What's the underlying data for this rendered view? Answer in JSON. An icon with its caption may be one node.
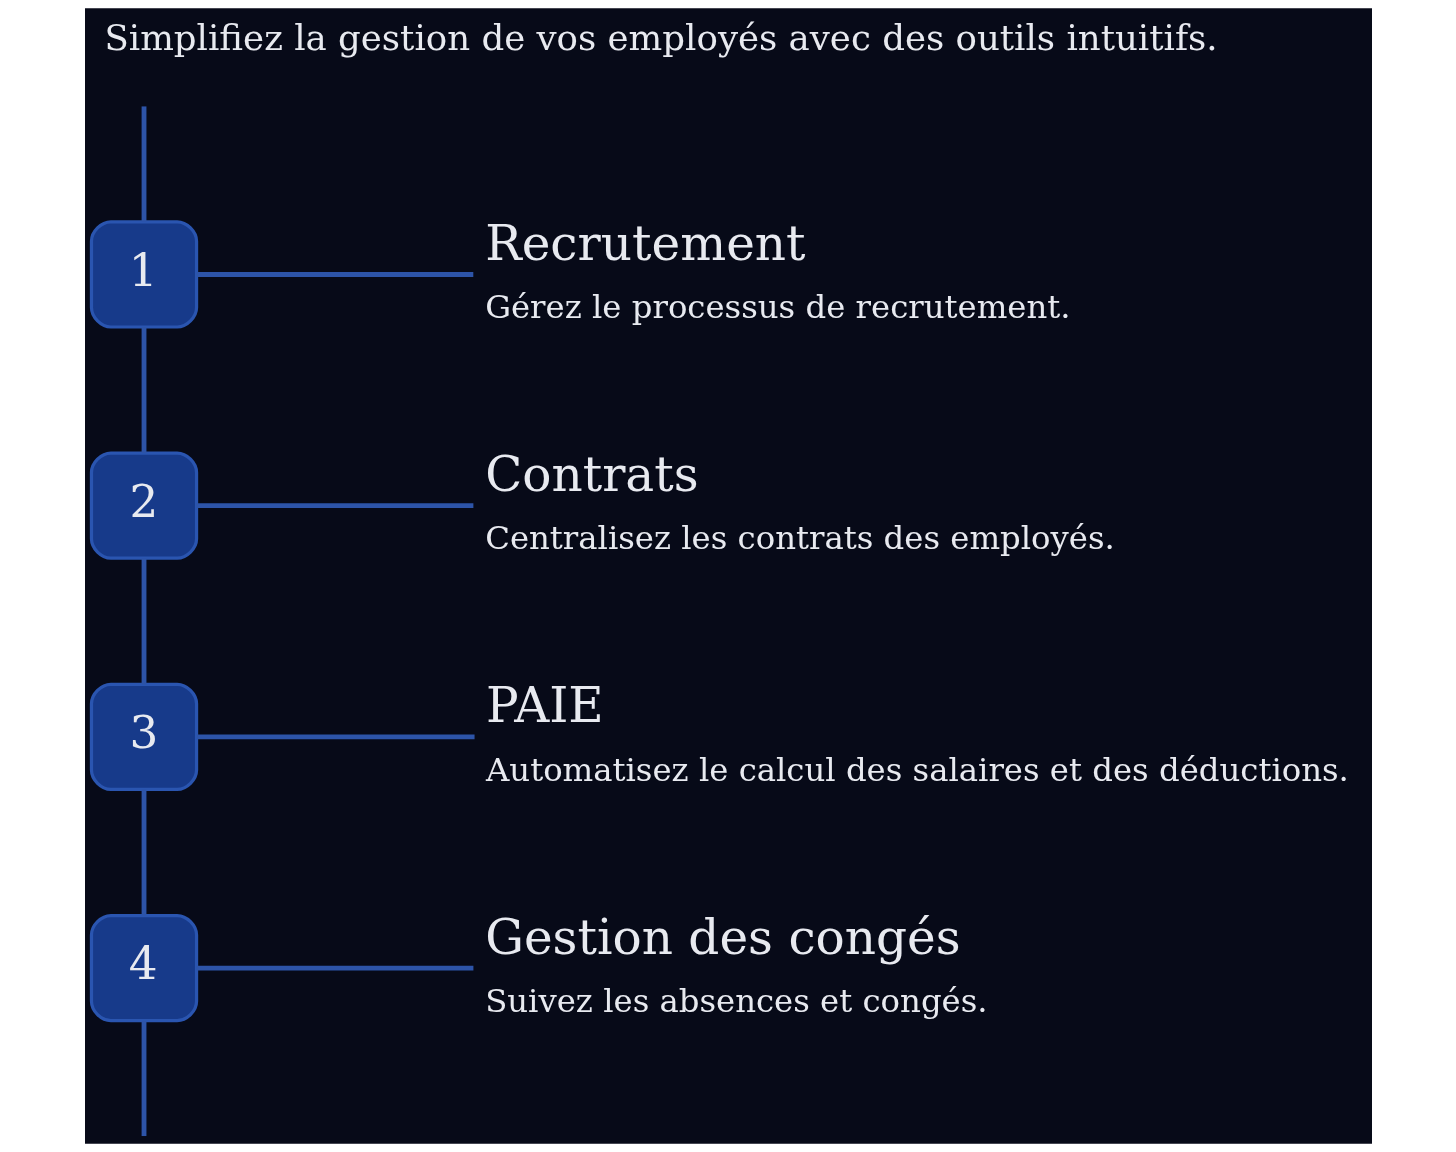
{
  "diagram": {
    "title": "Simplifiez la gestion de vos employés avec des outils intuitifs.",
    "nodes": [
      {
        "text": [
          "1"
        ]
      },
      {
        "text": [
          "Recrutement",
          "Gérez le processus de recrutement."
        ]
      },
      {
        "text": [
          "2"
        ]
      },
      {
        "text": [
          "Contrats",
          "Centralisez les contrats des employés."
        ]
      },
      {
        "text": [
          "3"
        ]
      },
      {
        "text": [
          "PAIE",
          "Automatisez le calcul des salaires et des déductions."
        ]
      },
      {
        "text": [
          "4"
        ]
      },
      {
        "text": [
          "Gestion des congés",
          "Suivez les absences et congés."
        ]
      }
    ],
    "edges": [
      {
        "from": null,
        "to": 0,
        "arrow": "none"
      },
      {
        "from": 0,
        "to": 1,
        "arrow": "none"
      },
      {
        "from": 0,
        "to": 2,
        "arrow": "none"
      },
      {
        "from": 2,
        "to": 3,
        "arrow": "none"
      },
      {
        "from": 2,
        "to": 4,
        "arrow": "none"
      },
      {
        "from": 4,
        "to": 5,
        "arrow": "none"
      },
      {
        "from": 4,
        "to": 6,
        "arrow": "none"
      },
      {
        "from": 6,
        "to": 7,
        "arrow": "none"
      },
      {
        "from": 6,
        "to": null,
        "arrow": "none"
      }
    ]
  }
}
